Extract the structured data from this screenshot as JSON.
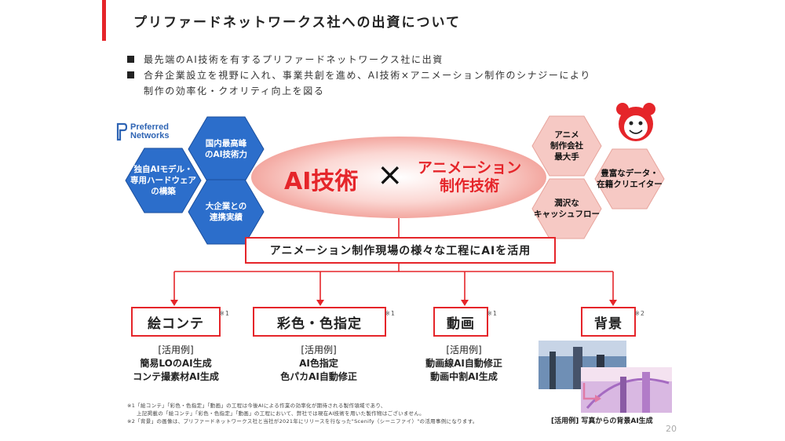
{
  "title": "プリファードネットワークス社への出資について",
  "bullets": [
    "最先端のAI技術を有するプリファードネットワークス社に出資",
    "合弁企業設立を視野に入れ、事業共創を進め、AI技術×アニメーション制作のシナジーにより",
    "制作の効率化・クオリティ向上を図る"
  ],
  "pfn_logo": {
    "line1": "Preferred",
    "line2": "Networks"
  },
  "left_hexes": {
    "top": [
      "国内最高峰",
      "のAI技術力"
    ],
    "mid": [
      "独自AIモデル・",
      "専用ハードウェア",
      "の構築"
    ],
    "bottom": [
      "大企業との",
      "連携実績"
    ]
  },
  "right_hexes": {
    "top": [
      "アニメ",
      "制作会社",
      "最大手"
    ],
    "mid": [
      "豊富なデータ・",
      "在籍クリエイター"
    ],
    "bottom": [
      "潤沢な",
      "キャッシュフロー"
    ]
  },
  "center": {
    "ai": "AI技術",
    "cross": "×",
    "anime_line1": "アニメーション",
    "anime_line2": "制作技術"
  },
  "banner": "アニメーション制作現場の様々な工程にAIを活用",
  "processes": [
    {
      "name": "絵コンテ",
      "note": "※1",
      "label": "[活用例]",
      "lines": [
        "簡易LOのAI生成",
        "コンテ撮素材AI生成"
      ]
    },
    {
      "name": "彩色・色指定",
      "note": "※1",
      "label": "[活用例]",
      "lines": [
        "AI色指定",
        "色パカAI自動修正"
      ]
    },
    {
      "name": "動画",
      "note": "※1",
      "label": "[活用例]",
      "lines": [
        "動画線AI自動修正",
        "動画中割AI生成"
      ]
    },
    {
      "name": "背景",
      "note": "※2"
    }
  ],
  "photo_caption": "[活用例] 写真からの背景AI生成",
  "footnotes": [
    "※1「絵コンテ」「彩色・色指定」「動画」の工程は今後AIによる作業の効率化が期待される製作領域であり、",
    "上記掲載の「絵コンテ」「彩色・色指定」「動画」の工程において、弊社では現在AI技術を用いた製作物はございません。",
    "※2「背景」の画像は、プリファードネットワークス社と当社が2021年にリリースを行なった\"Scenify（シーニファイ）\"の活用事例になります。"
  ],
  "page_number": "20",
  "colors": {
    "accent": "#e5252a",
    "blue_hex": "#2c6ecb",
    "pink_hex": "#f6c9c4"
  }
}
